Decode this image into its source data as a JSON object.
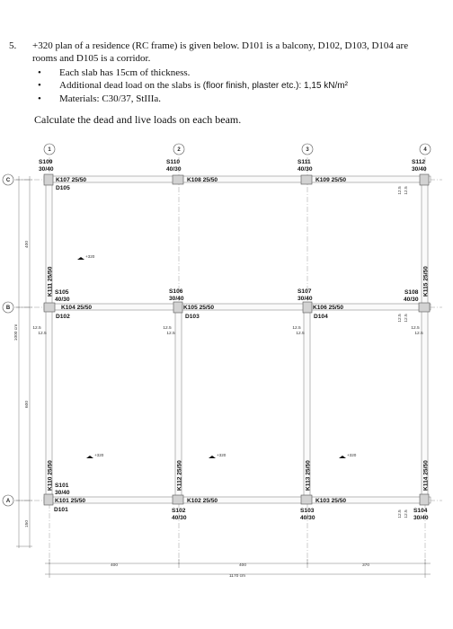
{
  "problem": {
    "number": "5.",
    "intro_line1": "+320 plan of a residence (RC frame) is given below. D101 is a balcony, D102, D103, D104 are",
    "intro_line2": "rooms and D105 is a corridor.",
    "bullets": [
      {
        "text": "Each slab has 15cm of thickness."
      },
      {
        "text_before": "Additional dead load on the slabs is ",
        "text_sans": "(floor finish, plaster etc.): 1,15 kN/m²"
      },
      {
        "text": "Materials: C30/37, StIIIa."
      }
    ],
    "question": "Calculate the dead and live loads on each beam."
  },
  "plan": {
    "axes_columns": [
      "1",
      "2",
      "3",
      "4"
    ],
    "axes_rows": [
      "C",
      "B",
      "A"
    ],
    "columns": [
      {
        "name": "S109",
        "size": "30/40"
      },
      {
        "name": "S110",
        "size": "40/30"
      },
      {
        "name": "S111",
        "size": "40/30"
      },
      {
        "name": "S112",
        "size": "30/40"
      },
      {
        "name": "S105",
        "size": "40/30"
      },
      {
        "name": "S106",
        "size": "30/40"
      },
      {
        "name": "S107",
        "size": "30/40"
      },
      {
        "name": "S108",
        "size": "40/30"
      },
      {
        "name": "S101",
        "size": "30/40"
      },
      {
        "name": "S102",
        "size": "40/30"
      },
      {
        "name": "S103",
        "size": "40/30"
      },
      {
        "name": "S104",
        "size": "30/40"
      }
    ],
    "beams_h": [
      "K107 25/50",
      "K108 25/50",
      "K109 25/50",
      "K104 25/50",
      "K105 25/50",
      "K106 25/50",
      "K101 25/50",
      "K102 25/50",
      "K103 25/50"
    ],
    "beams_v": [
      "K111 25/50",
      "K115 25/50",
      "K110 25/50",
      "K112 25/50",
      "K113 25/50",
      "K114 25/50"
    ],
    "slabs": [
      "D105",
      "D102",
      "D103",
      "D104",
      "D101"
    ],
    "level_marks": [
      "+320",
      "+320",
      "+320",
      "+320"
    ],
    "dims_left": [
      "400",
      "600",
      "150"
    ],
    "dim_total_left": "1000 cm",
    "dims_bottom": [
      "400",
      "400",
      "370"
    ],
    "dim_total_bottom": "1170 cm",
    "dim_small": "12.5"
  }
}
